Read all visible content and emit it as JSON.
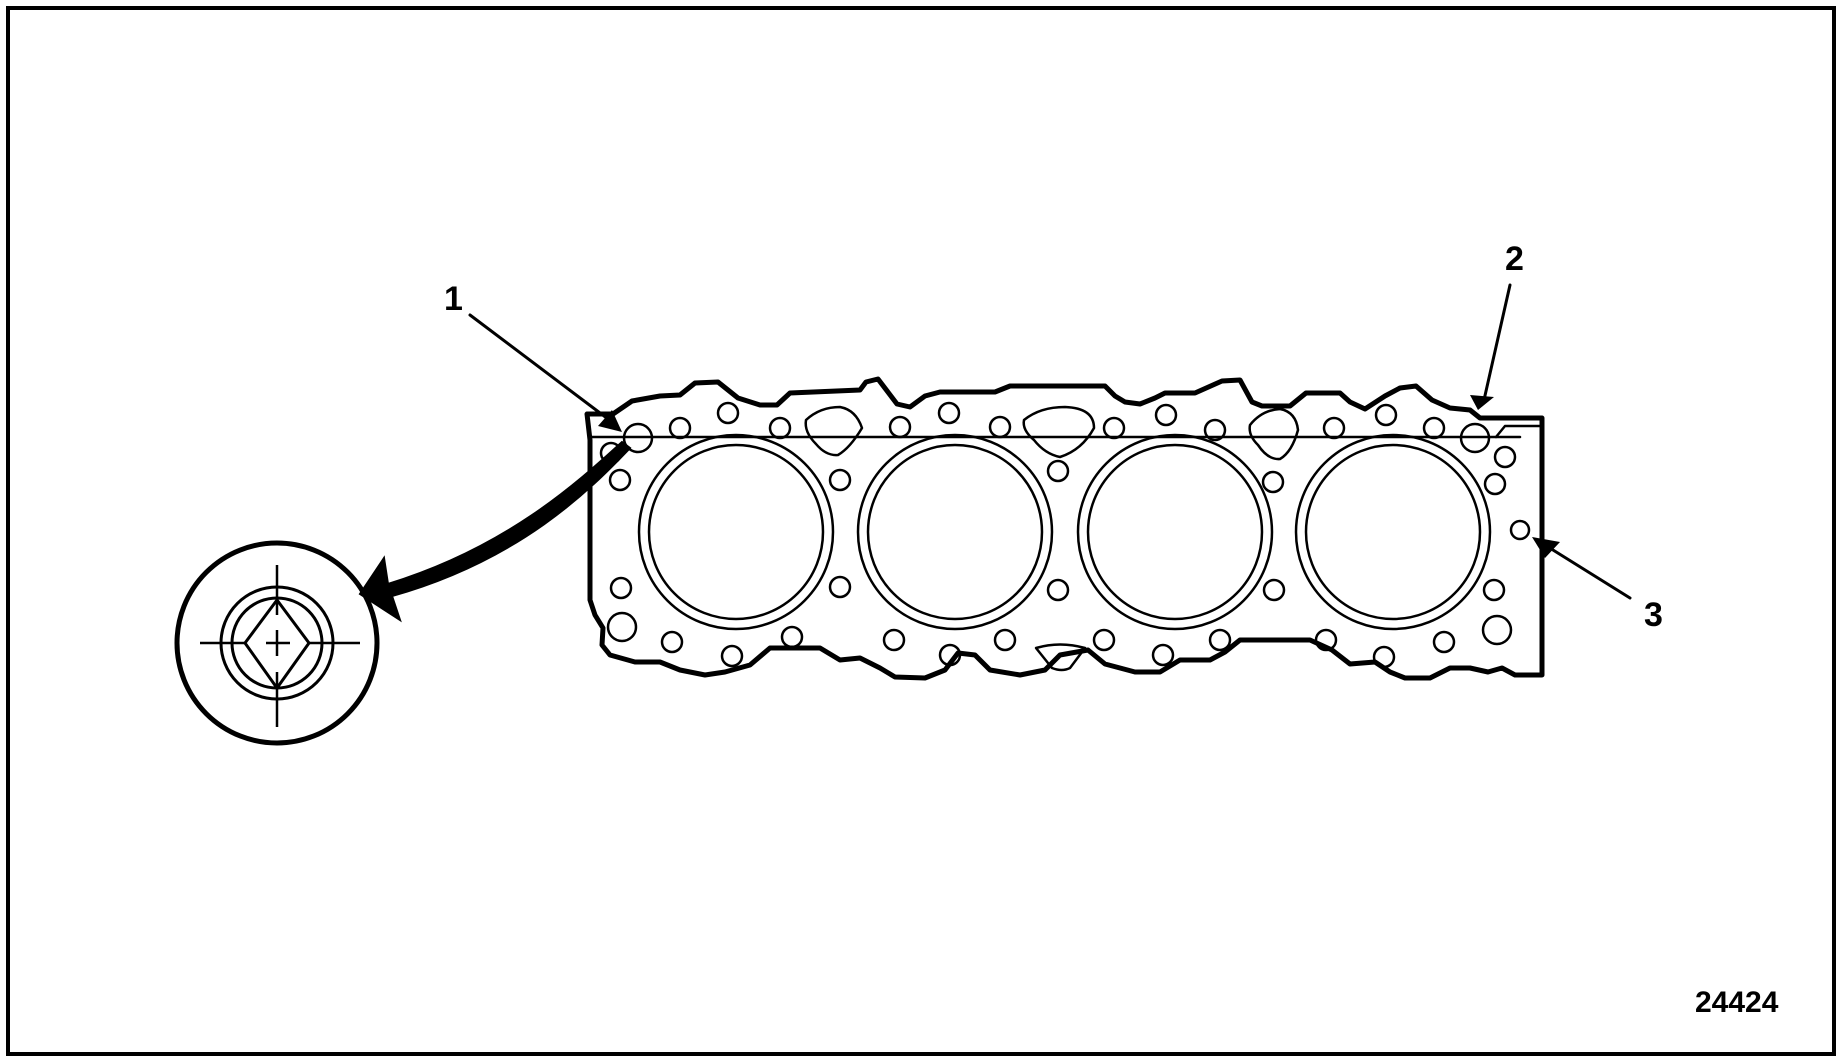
{
  "figure": {
    "number": "24424",
    "subject": "cylinder-head-gasket",
    "callouts": [
      {
        "label": "1",
        "target": "dowel-pin-hole-front"
      },
      {
        "label": "2",
        "target": "dowel-pin-hole-rear"
      },
      {
        "label": "3",
        "target": "alignment-hole"
      }
    ],
    "detail_view": "dowel-pin-detail",
    "cylinder_bores": 4
  },
  "colors": {
    "line": "#000000",
    "background": "#ffffff"
  }
}
